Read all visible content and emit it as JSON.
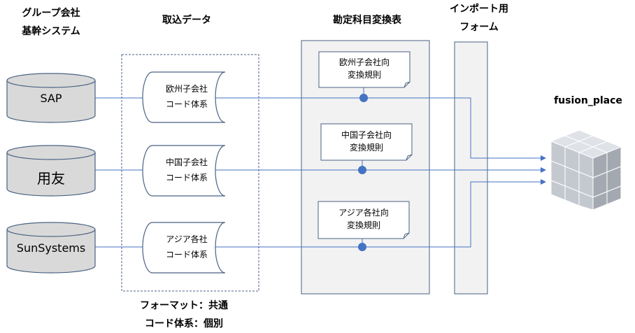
{
  "headers": {
    "source": [
      "グループ会社",
      "基幹システム"
    ],
    "import_data": "取込データ",
    "mapping_table": "勘定科目変換表",
    "import_form": [
      "インポート用",
      "フォーム"
    ]
  },
  "systems": [
    "SAP",
    "用友",
    "SunSystems"
  ],
  "data_files": [
    [
      "欧州子会社",
      "コード体系"
    ],
    [
      "中国子会社",
      "コード体系"
    ],
    [
      "アジア各社",
      "コード体系"
    ]
  ],
  "rules": [
    [
      "欧州子会社向",
      "変換規則"
    ],
    [
      "中国子会社向",
      "変換規則"
    ],
    [
      "アジア各社向",
      "変換規則"
    ]
  ],
  "footer_notes": [
    "フォーマット：共通",
    "コード体系：個別"
  ],
  "target": "fusion_place",
  "colors": {
    "cylinder_fill": "#d9d9d9",
    "line": "#4472c4",
    "dot": "#4472c4",
    "panel_fill": "#f2f2f2",
    "panel_border": "#4a6283"
  }
}
